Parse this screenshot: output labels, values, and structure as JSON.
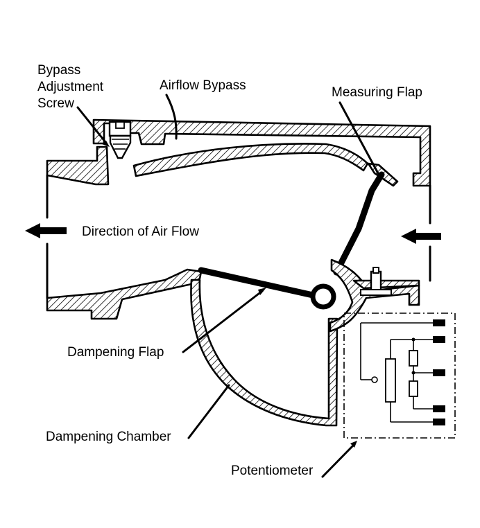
{
  "labels": {
    "bypass_adjustment_screw": [
      "Bypass",
      "Adjustment",
      "Screw"
    ],
    "airflow_bypass": "Airflow Bypass",
    "measuring_flap": "Measuring Flap",
    "direction_of_air_flow": "Direction of Air Flow",
    "dampening_flap": "Dampening Flap",
    "dampening_chamber": "Dampening Chamber",
    "potentiometer": "Potentiometer"
  },
  "colors": {
    "ink": "#000000",
    "background": "#ffffff"
  }
}
